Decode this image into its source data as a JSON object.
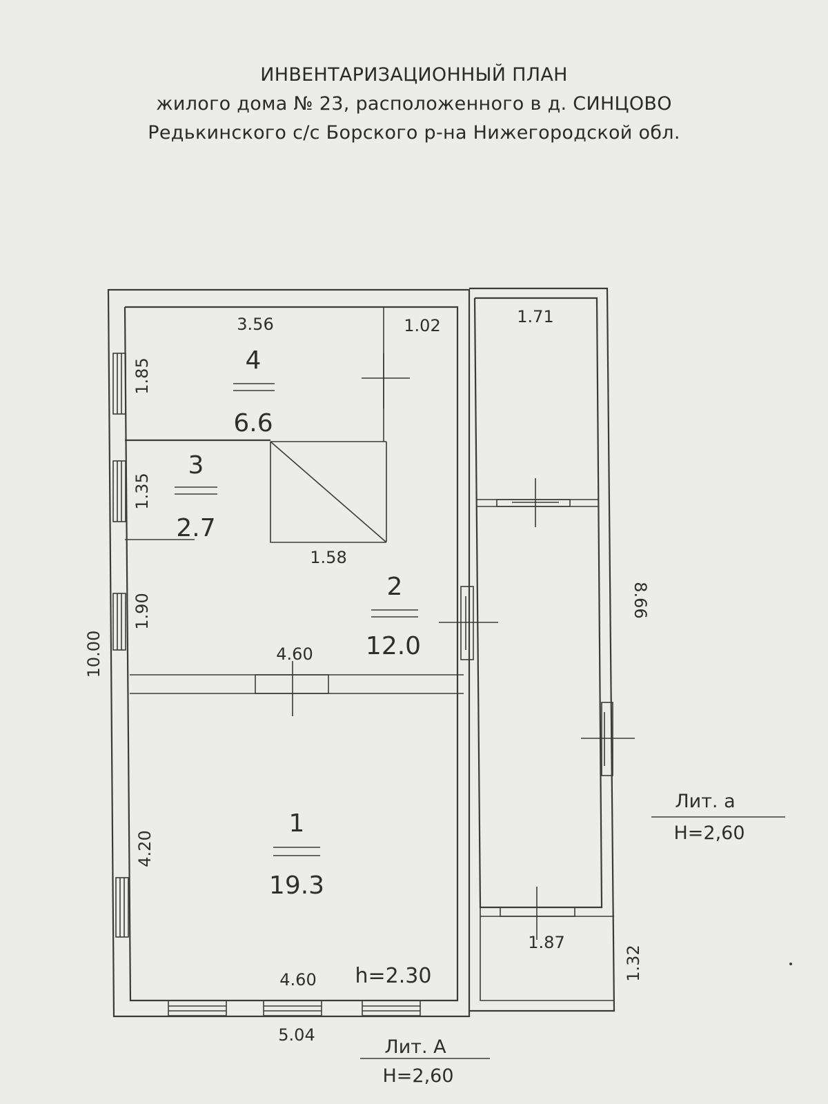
{
  "title": {
    "line1": "ИНВЕНТАРИЗАЦИОННЫЙ ПЛАН",
    "line2": "жилого дома № 23, расположенного в д. СИНЦОВО",
    "line3": "Редькинского с/с Борского р-на Нижегородской обл."
  },
  "rooms": [
    {
      "number": "1",
      "area": "19.3"
    },
    {
      "number": "2",
      "area": "12.0"
    },
    {
      "number": "3",
      "area": "2.7"
    },
    {
      "number": "4",
      "area": "6.6"
    }
  ],
  "dimensions": {
    "d_356": "3.56",
    "d_102": "1.02",
    "d_171": "1.71",
    "d_185": "1.85",
    "d_135": "1.35",
    "d_158": "1.58",
    "d_190": "1.90",
    "d_1000": "10.00",
    "d_460_mid": "4.60",
    "d_866": "8.66",
    "d_420": "4.20",
    "d_187": "1.87",
    "d_132": "1.32",
    "d_460_bottom": "4.60",
    "d_504": "5.04"
  },
  "ceiling_height": "h=2.30",
  "lit_main": {
    "name": "Лит. А",
    "height": "H=2,60"
  },
  "lit_annex": {
    "name": "Лит. а",
    "height": "H=2,60"
  }
}
